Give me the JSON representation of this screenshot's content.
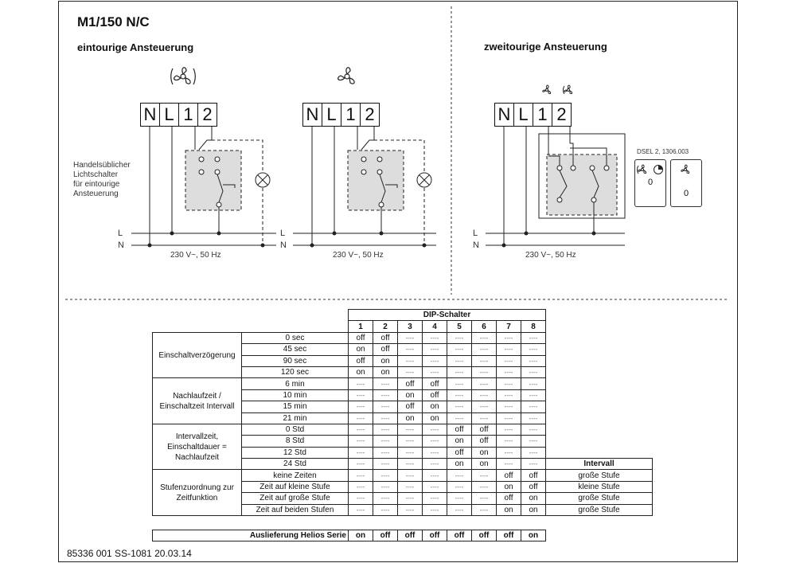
{
  "title": "M1/150 N/C",
  "left_heading": "eintourige Ansteuerung",
  "right_heading": "zweitourige Ansteuerung",
  "terminals": [
    "N",
    "L",
    "1",
    "2"
  ],
  "switch_note": [
    "Handelsüblicher",
    "Lichtschalter",
    "für eintourige",
    "Ansteuerung"
  ],
  "supply_L": "L",
  "supply_N": "N",
  "supply_label": "230 V~, 50 Hz",
  "dsel_label": "DSEL 2, 1306.003",
  "dsel_values": [
    "0",
    "0"
  ],
  "table": {
    "dip_header": "DIP-Schalter",
    "dip_numbers": [
      "1",
      "2",
      "3",
      "4",
      "5",
      "6",
      "7",
      "8"
    ],
    "intervall_header": "Intervall",
    "groups": [
      {
        "label": [
          "Einschaltverzögerung"
        ],
        "rows": [
          {
            "name": "0 sec",
            "vals": [
              "off",
              "off",
              "----",
              "----",
              "----",
              "----",
              "----",
              "----"
            ],
            "extra": ""
          },
          {
            "name": "45 sec",
            "vals": [
              "on",
              "off",
              "----",
              "----",
              "----",
              "----",
              "----",
              "----"
            ],
            "extra": ""
          },
          {
            "name": "90 sec",
            "vals": [
              "off",
              "on",
              "----",
              "----",
              "----",
              "----",
              "----",
              "----"
            ],
            "extra": ""
          },
          {
            "name": "120 sec",
            "vals": [
              "on",
              "on",
              "----",
              "----",
              "----",
              "----",
              "----",
              "----"
            ],
            "extra": ""
          }
        ]
      },
      {
        "label": [
          "Nachlaufzeit /",
          "Einschaltzeit Intervall"
        ],
        "rows": [
          {
            "name": "6 min",
            "vals": [
              "----",
              "----",
              "off",
              "off",
              "----",
              "----",
              "----",
              "----"
            ],
            "extra": ""
          },
          {
            "name": "10 min",
            "vals": [
              "----",
              "----",
              "on",
              "off",
              "----",
              "----",
              "----",
              "----"
            ],
            "extra": ""
          },
          {
            "name": "15 min",
            "vals": [
              "----",
              "----",
              "off",
              "on",
              "----",
              "----",
              "----",
              "----"
            ],
            "extra": ""
          },
          {
            "name": "21 min",
            "vals": [
              "----",
              "----",
              "on",
              "on",
              "----",
              "----",
              "----",
              "----"
            ],
            "extra": ""
          }
        ]
      },
      {
        "label": [
          "Intervallzeit,",
          "Einschaltdauer =",
          "Nachlaufzeit"
        ],
        "rows": [
          {
            "name": "0 Std",
            "vals": [
              "----",
              "----",
              "----",
              "----",
              "off",
              "off",
              "----",
              "----"
            ],
            "extra": ""
          },
          {
            "name": "8 Std",
            "vals": [
              "----",
              "----",
              "----",
              "----",
              "on",
              "off",
              "----",
              "----"
            ],
            "extra": ""
          },
          {
            "name": "12 Std",
            "vals": [
              "----",
              "----",
              "----",
              "----",
              "off",
              "on",
              "----",
              "----"
            ],
            "extra": ""
          },
          {
            "name": "24 Std",
            "vals": [
              "----",
              "----",
              "----",
              "----",
              "on",
              "on",
              "----",
              "----"
            ],
            "extra": "Intervall"
          }
        ]
      },
      {
        "label": [
          "Stufenzuordnung zur",
          "Zeitfunktion"
        ],
        "rows": [
          {
            "name": "keine Zeiten",
            "vals": [
              "----",
              "----",
              "----",
              "----",
              "----",
              "----",
              "off",
              "off"
            ],
            "extra": "große Stufe"
          },
          {
            "name": "Zeit auf kleine Stufe",
            "vals": [
              "----",
              "----",
              "----",
              "----",
              "----",
              "----",
              "on",
              "off"
            ],
            "extra": "kleine Stufe"
          },
          {
            "name": "Zeit auf große Stufe",
            "vals": [
              "----",
              "----",
              "----",
              "----",
              "----",
              "----",
              "off",
              "on"
            ],
            "extra": "große Stufe"
          },
          {
            "name": "Zeit auf beiden Stufen",
            "vals": [
              "----",
              "----",
              "----",
              "----",
              "----",
              "----",
              "on",
              "on"
            ],
            "extra": "große Stufe"
          }
        ]
      }
    ],
    "delivery_label": "Auslieferung Helios Serie",
    "delivery_vals": [
      "on",
      "off",
      "off",
      "off",
      "off",
      "off",
      "off",
      "on"
    ]
  },
  "footer": "85336 001   SS-1081   20.03.14"
}
